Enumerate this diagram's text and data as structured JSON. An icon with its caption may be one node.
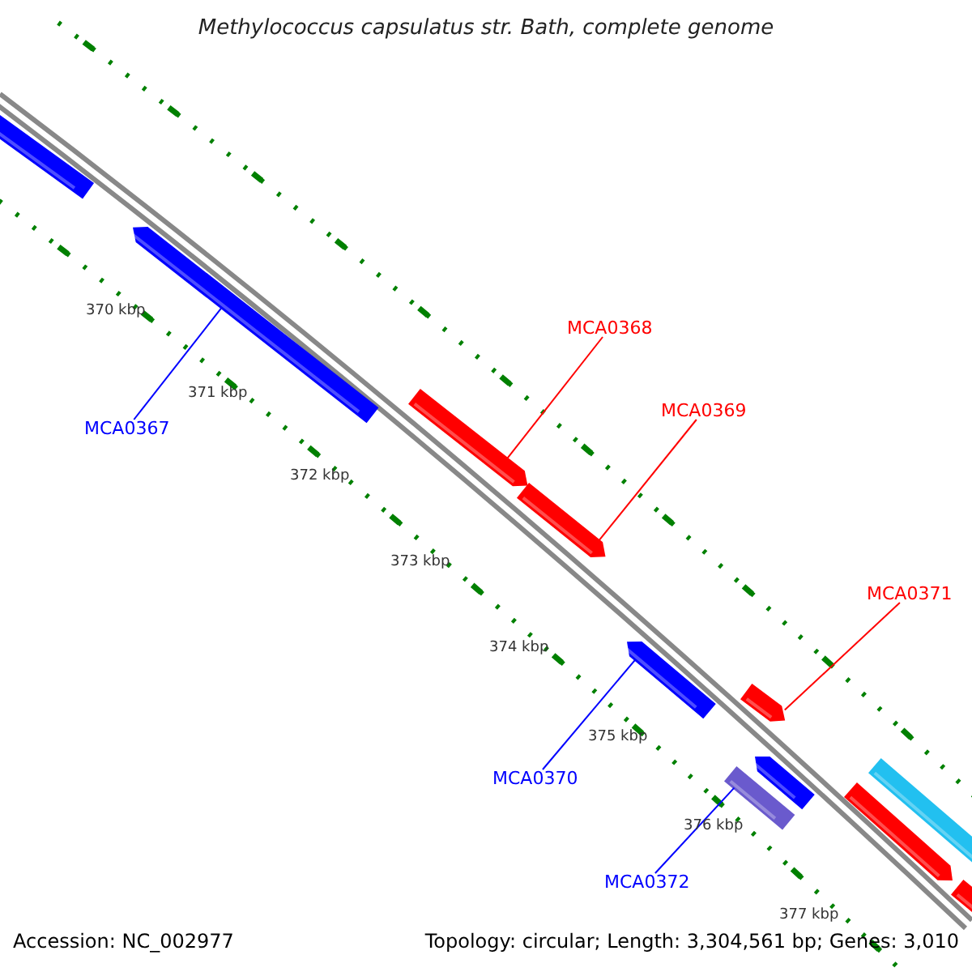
{
  "diagram": {
    "title": "Methylococcus capsulatus str. Bath, complete genome",
    "nodes": [
      {
        "text": [],
        "shape": "arrow"
      },
      {
        "text": [],
        "shape": "arrow"
      },
      {
        "text": [
          "MCA0367"
        ]
      },
      {
        "text": [
          "MCA0368"
        ]
      },
      {
        "text": [],
        "shape": "arrow"
      },
      {
        "text": [
          "MCA0369"
        ]
      },
      {
        "text": [],
        "shape": "arrow"
      },
      {
        "text": [
          "MCA0371"
        ]
      },
      {
        "text": [],
        "shape": "arrow"
      },
      {
        "text": [],
        "shape": "arrow"
      },
      {
        "text": [
          "MCA0370"
        ]
      },
      {
        "text": [],
        "shape": "arrow"
      },
      {
        "text": [],
        "shape": "arrow"
      },
      {
        "text": [
          "MCA0372"
        ]
      },
      {
        "text": [],
        "shape": "arrow"
      },
      {
        "text": [],
        "shape": "arrow"
      },
      {
        "text": [],
        "shape": "arrow"
      }
    ],
    "edges": [
      {
        "from": 2,
        "to": 1,
        "arrow": "none",
        "color": "#0000ff"
      },
      {
        "from": 3,
        "to": 4,
        "arrow": "none",
        "color": "#ff0000"
      },
      {
        "from": 5,
        "to": 6,
        "arrow": "none",
        "color": "#ff0000"
      },
      {
        "from": 7,
        "to": 8,
        "arrow": "none",
        "color": "#ff0000"
      },
      {
        "from": 10,
        "to": 9,
        "arrow": "none",
        "color": "#0000ff"
      },
      {
        "from": 13,
        "to": 12,
        "arrow": "none",
        "color": "#0000ff"
      }
    ],
    "labels": [
      "370 kbp",
      "371 kbp",
      "372 kbp",
      "373 kbp",
      "374 kbp",
      "375 kbp",
      "376 kbp",
      "377 kbp",
      "Accession: NC_002977",
      "Topology: circular; Length: 3,304,561 bp; Genes: 3,010"
    ]
  }
}
